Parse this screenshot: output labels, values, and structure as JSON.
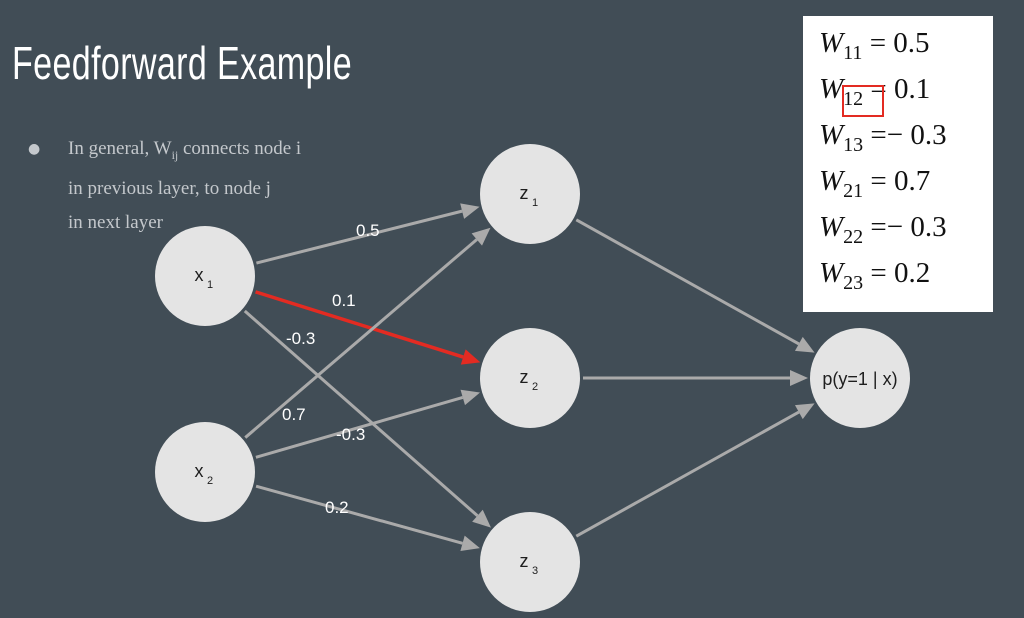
{
  "slide": {
    "title": "Feedforward Example",
    "bullet": {
      "line1_pre": "In general, W",
      "line1_sub": "ij",
      "line1_post": " connects node i",
      "line2": "in previous layer, to node j",
      "line3": "in next layer"
    }
  },
  "nodes": {
    "x1": {
      "base": "x",
      "sub": "1"
    },
    "x2": {
      "base": "x",
      "sub": "2"
    },
    "z1": {
      "base": "z",
      "sub": "1"
    },
    "z2": {
      "base": "z",
      "sub": "2"
    },
    "z3": {
      "base": "z",
      "sub": "3"
    },
    "out": {
      "label": "p(y=1 | x)"
    }
  },
  "edges": [
    {
      "from": "x1",
      "to": "z1",
      "label": "0.5",
      "highlight": false
    },
    {
      "from": "x1",
      "to": "z2",
      "label": "0.1",
      "highlight": true
    },
    {
      "from": "x1",
      "to": "z3",
      "label": "-0.3",
      "highlight": false
    },
    {
      "from": "x2",
      "to": "z1",
      "label": "0.7",
      "highlight": false
    },
    {
      "from": "x2",
      "to": "z2",
      "label": "-0.3",
      "highlight": false
    },
    {
      "from": "x2",
      "to": "z3",
      "label": "0.2",
      "highlight": false
    },
    {
      "from": "z1",
      "to": "out",
      "label": "",
      "highlight": false
    },
    {
      "from": "z2",
      "to": "out",
      "label": "",
      "highlight": false
    },
    {
      "from": "z3",
      "to": "out",
      "label": "",
      "highlight": false
    }
  ],
  "weights_box": {
    "rows": [
      {
        "var": "W",
        "sub": "11",
        "rhs": "= 0.5"
      },
      {
        "var": "W",
        "sub": "12",
        "rhs": "= 0.1"
      },
      {
        "var": "W",
        "sub": "13",
        "rhs": "=− 0.3"
      },
      {
        "var": "W",
        "sub": "21",
        "rhs": "= 0.7"
      },
      {
        "var": "W",
        "sub": "22",
        "rhs": "=− 0.3"
      },
      {
        "var": "W",
        "sub": "23",
        "rhs": "= 0.2"
      }
    ]
  },
  "colors": {
    "background": "#414d56",
    "node_fill": "#e4e4e4",
    "edge": "#aaaaaa",
    "highlight": "#e32b22"
  }
}
